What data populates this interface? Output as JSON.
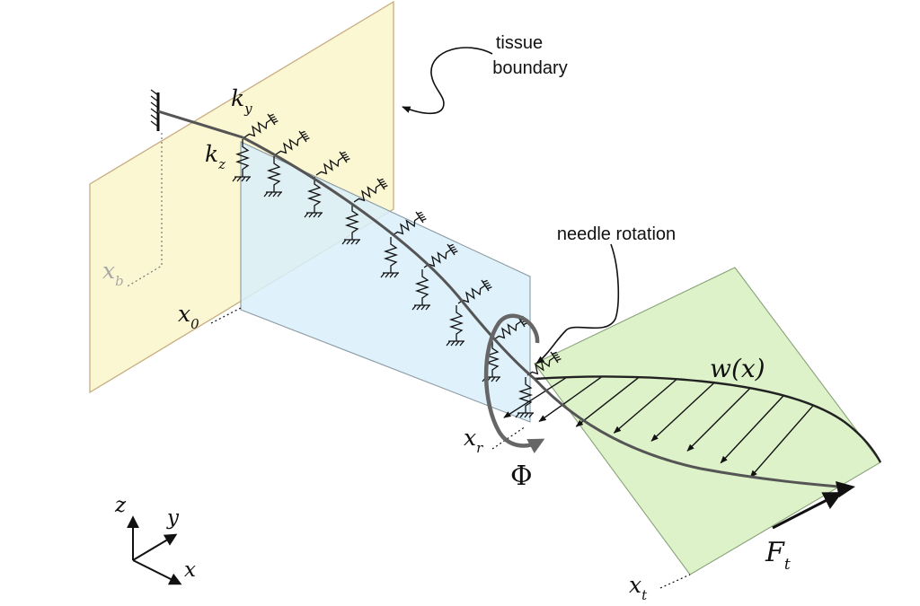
{
  "annotations": {
    "tissue_boundary_line1": "tissue",
    "tissue_boundary_line2": "boundary",
    "needle_rotation": "needle rotation"
  },
  "symbols": {
    "k_y_main": "k",
    "k_y_sub": "y",
    "k_z_main": "k",
    "k_z_sub": "z",
    "x_b_main": "x",
    "x_b_sub": "b",
    "x_0_main": "x",
    "x_0_sub": "0",
    "x_r_main": "x",
    "x_r_sub": "r",
    "x_t_main": "x",
    "x_t_sub": "t",
    "w_x": "w(x)",
    "phi": "Φ",
    "F_t_main": "F",
    "F_t_sub": "t"
  },
  "axes_triad": {
    "z": "z",
    "y": "y",
    "x": "x"
  },
  "colors": {
    "tissue_plane": "#fbf7d3",
    "tissue_plane_edge": "#c7ad80",
    "embedded_plane": "#d9eefa",
    "embedded_plane_edge": "#8a9aa3",
    "free_plane": "#ddf2c9",
    "free_plane_edge": "#8aa37a",
    "needle": "#555555",
    "rotation_arrow": "#666666"
  }
}
